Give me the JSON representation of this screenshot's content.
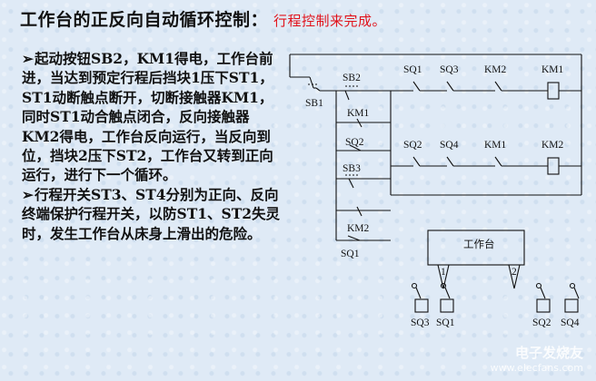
{
  "title": {
    "main": "工作台的正反向自动循环控制：",
    "sub": "行程控制来完成。"
  },
  "text": {
    "arrow": "➢",
    "p1": "起动按钮SB2，KM1得电，工作台前进，当达到预定行程后挡块1压下ST1，ST1动断触点断开，切断接触器KM1，同时ST1动合触点闭合，反向接触器KM2得电，工作台反向运行，当反向到位，挡块2压下ST2，工作台又转到正向运行，进行下一个循环。",
    "p2": "行程开关ST3、ST4分别为正向、反向终端保护行程开关，以防ST1、ST2失灵时，发生工作台从床身上滑出的危险。"
  },
  "diagram": {
    "labels": {
      "sb1": "SB1",
      "sb2": "SB2",
      "km1_hold": "KM1",
      "sq2_top": "SQ2",
      "sb3": "SB3",
      "km2_hold": "KM2",
      "sq1_bottom": "SQ1",
      "r1_sq1": "SQ1",
      "r1_sq3": "SQ3",
      "r1_km2": "KM2",
      "r1_coil": "KM1",
      "r2_sq2": "SQ2",
      "r2_sq4": "SQ4",
      "r2_km1": "KM1",
      "r2_coil": "KM2",
      "table": "工作台",
      "stop1": "1",
      "stop2": "2",
      "sw_sq3": "SQ3",
      "sw_sq1": "SQ1",
      "sw_sq2": "SQ2",
      "sw_sq4": "SQ4"
    }
  },
  "watermark": {
    "name": "电子发烧友",
    "url": "www.elecfans.com"
  }
}
